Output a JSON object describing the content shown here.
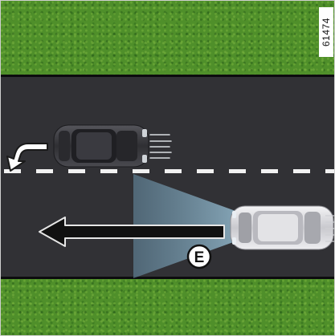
{
  "figure": {
    "code": "61474",
    "marker_label": "E"
  },
  "colors": {
    "grass": "#4f8f2a",
    "road": "#313135",
    "lane_marking": "#f2f2f2",
    "light_beam": "#8fb9cf",
    "arrow": "#111111",
    "dark_car": "#3b3b3f",
    "light_car": "#dadade"
  },
  "icons": {
    "turn_arrow": "curved-left-arrow-icon",
    "direction_arrow": "left-arrow-icon",
    "marker": "circled-letter-marker"
  }
}
